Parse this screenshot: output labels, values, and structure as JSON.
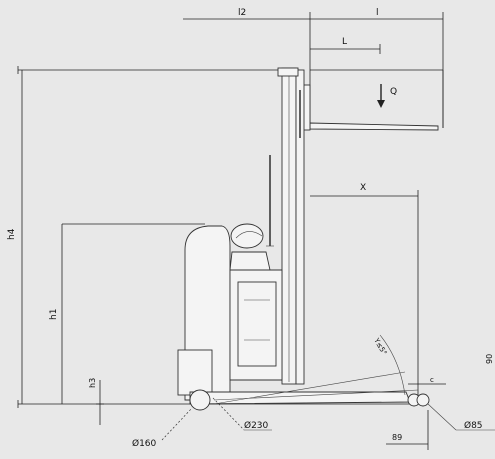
{
  "labels": {
    "l2": "l2",
    "l": "l",
    "L": "L",
    "q": "Q",
    "x": "X",
    "h4": "h4",
    "h1": "h1",
    "h3": "h3",
    "c": "c",
    "angle": "Y≤5°",
    "wheel_front": "Ø160",
    "wheel_drive": "Ø230",
    "wheel_load": "Ø85",
    "dim_89": "89",
    "right_edge": "90"
  },
  "colors": {
    "background": "#e8e8e8",
    "line": "#222222"
  }
}
